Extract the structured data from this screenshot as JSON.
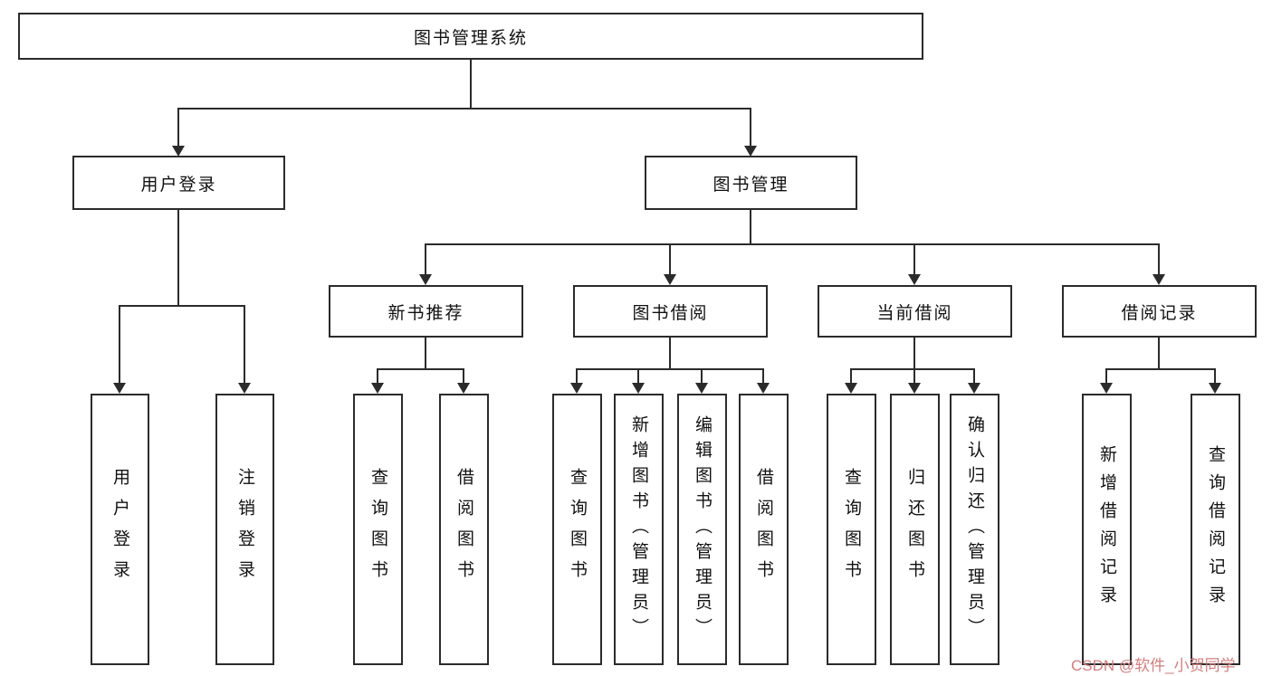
{
  "diagram": {
    "type": "hierarchy-tree",
    "title": "图书管理系统",
    "nodes": {
      "root": "图书管理系统",
      "user_login": "用户登录",
      "book_management": "图书管理",
      "login_user_login": "用户登录",
      "login_logout": "注销登录",
      "new_book_recommend": "新书推荐",
      "book_borrow": "图书借阅",
      "current_borrow": "当前借阅",
      "borrow_record": "借阅记录",
      "recommend_query_book": "查询图书",
      "recommend_borrow_book": "借阅图书",
      "borrow_query_book": "查询图书",
      "borrow_add_book_admin": "新增图书（管理员）",
      "borrow_edit_book_admin": "编辑图书（管理员）",
      "borrow_borrow_book": "借阅图书",
      "current_query_book": "查询图书",
      "current_return_book": "归还图书",
      "current_confirm_return_admin": "确认归还（管理员）",
      "record_add_record": "新增借阅记录",
      "record_query_record": "查询借阅记录"
    },
    "hierarchy": {
      "图书管理系统": {
        "用户登录": [
          "用户登录",
          "注销登录"
        ],
        "图书管理": {
          "新书推荐": [
            "查询图书",
            "借阅图书"
          ],
          "图书借阅": [
            "查询图书",
            "新增图书（管理员）",
            "编辑图书（管理员）",
            "借阅图书"
          ],
          "当前借阅": [
            "查询图书",
            "归还图书",
            "确认归还（管理员）"
          ],
          "借阅记录": [
            "新增借阅记录",
            "查询借阅记录"
          ]
        }
      }
    },
    "colors": {
      "box_border": "#2b2b2b",
      "line": "#2b2b2b",
      "text": "#111111",
      "background": "#ffffff",
      "watermark": "#d08080"
    }
  },
  "watermark": {
    "text": "CSDN @软件_小贺同学"
  }
}
